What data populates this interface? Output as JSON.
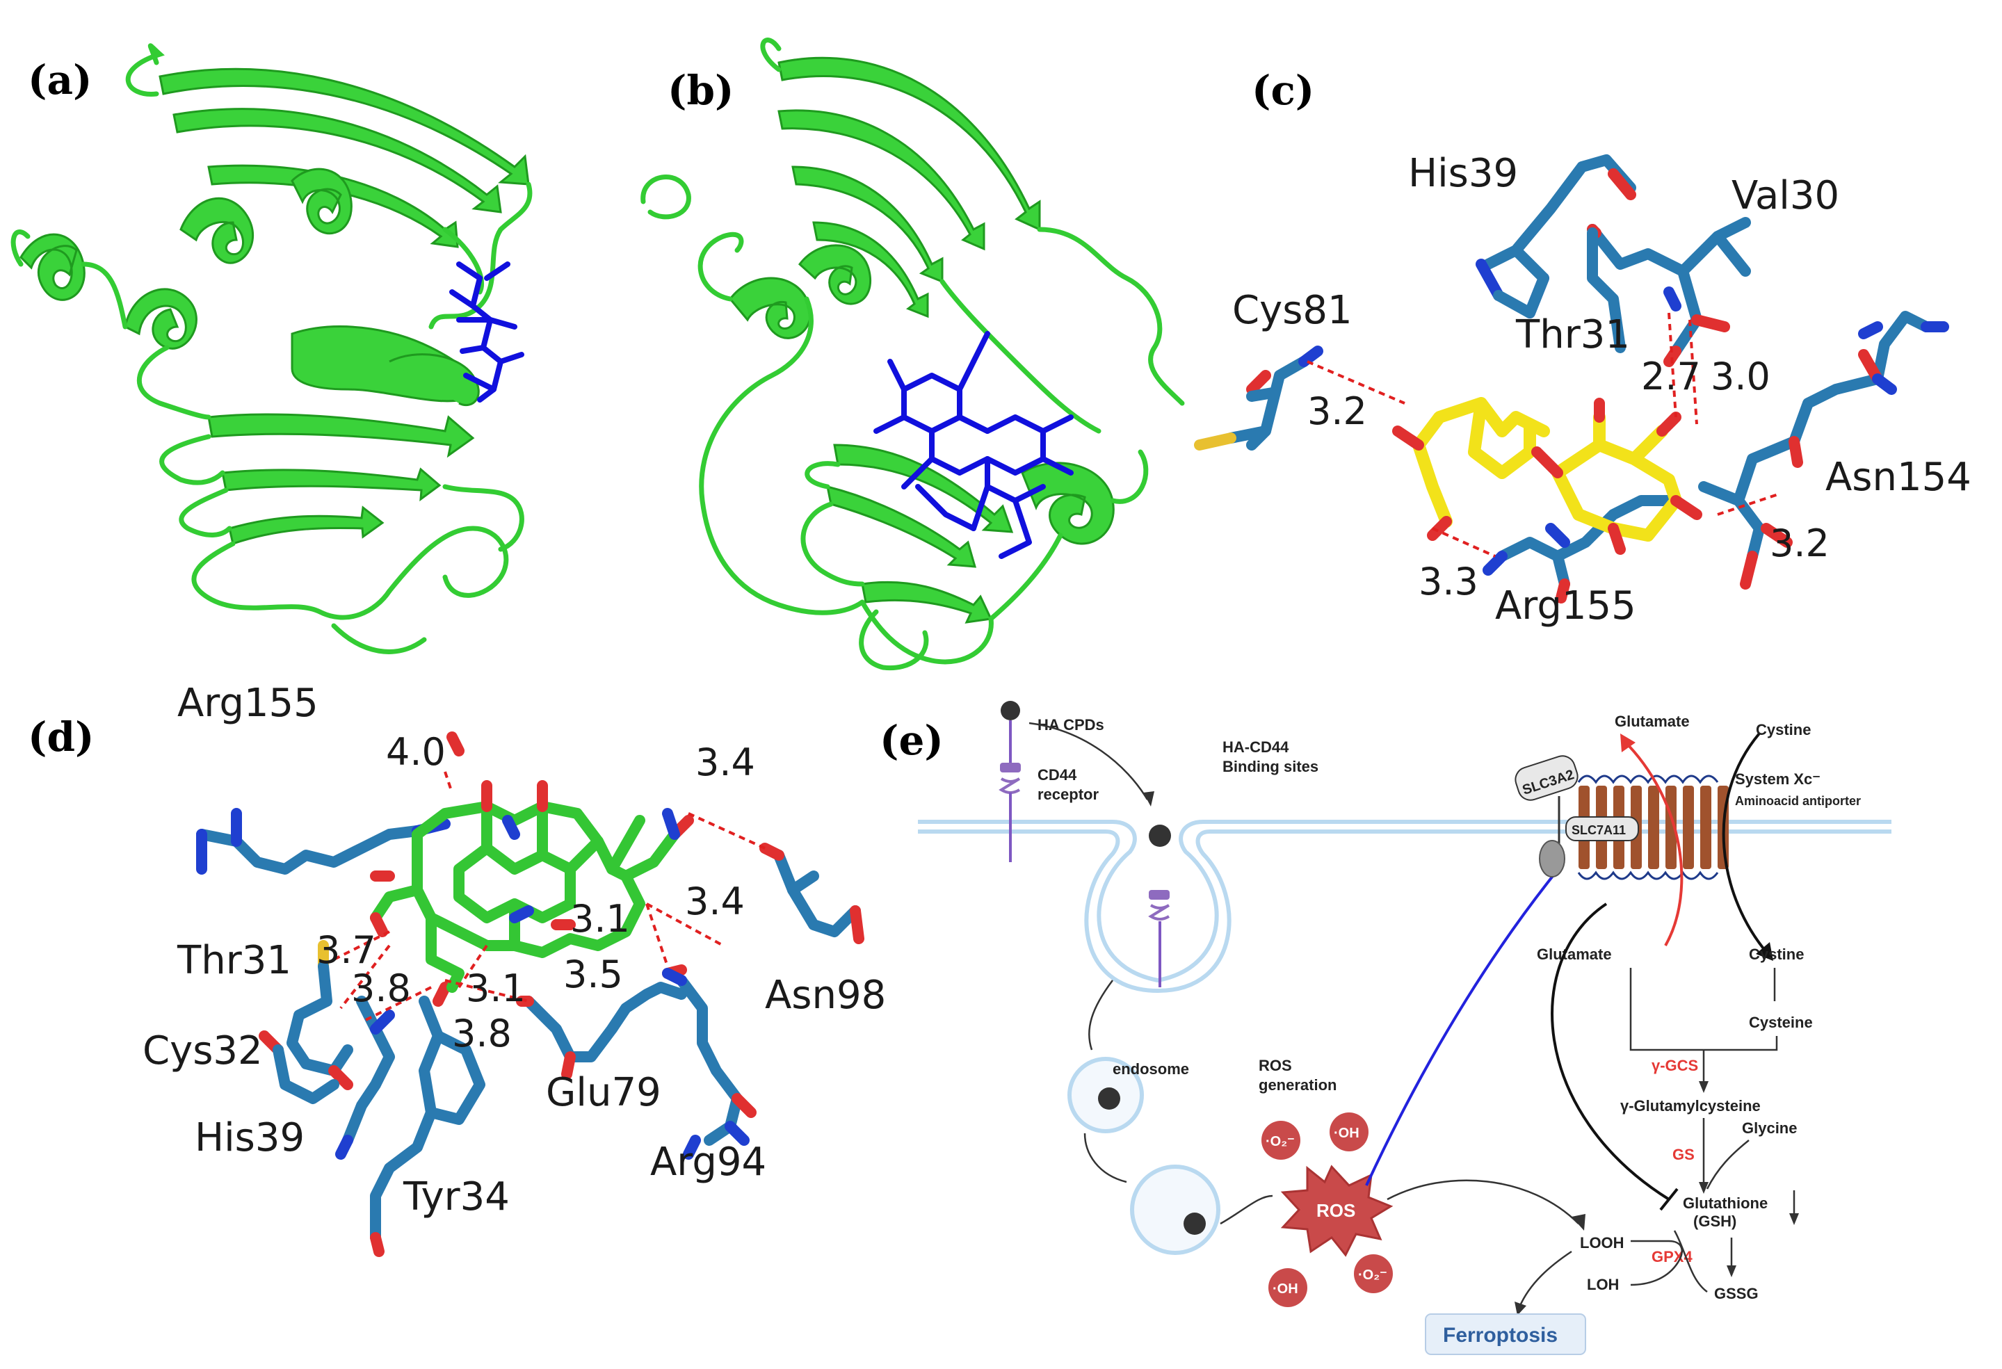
{
  "panels": {
    "a": "(a)",
    "b": "(b)",
    "c": "(c)",
    "d": "(d)",
    "e": "(e)"
  },
  "panel_c": {
    "residues": [
      "His39",
      "Val30",
      "Cys81",
      "Thr31",
      "Asn154",
      "Arg155"
    ],
    "distances": [
      "3.2",
      "2.7",
      "3.0",
      "3.2",
      "3.3"
    ]
  },
  "panel_d": {
    "residues": [
      "Arg155",
      "Asn98",
      "Thr31",
      "Cys32",
      "His39",
      "Tyr34",
      "Glu79",
      "Arg94"
    ],
    "distances": [
      "4.0",
      "3.4",
      "3.4",
      "3.1",
      "3.7",
      "3.8",
      "3.1",
      "3.5",
      "3.8"
    ]
  },
  "panel_e": {
    "ha_cpds": "HA CPDs",
    "cd44_receptor_1": "CD44",
    "cd44_receptor_2": "receptor",
    "binding_1": "HA-CD44",
    "binding_2": "Binding sites",
    "slc3a2": "SLC3A2",
    "slc7a11": "SLC7A11",
    "glutamate_top": "Glutamate",
    "cystine_top": "Cystine",
    "system_xc": "System Xc⁻",
    "antiporter": "Aminoacid antiporter",
    "endosome": "endosome",
    "ros_gen_1": "ROS",
    "ros_gen_2": "generation",
    "ros": "ROS",
    "superoxide": "·O₂⁻",
    "hydroxyl": "·OH",
    "glutamate_in": "Glutamate",
    "cystine_in": "Cystine",
    "cysteine": "Cysteine",
    "gamma_gcs": "γ-GCS",
    "gamma_glu_cys": "γ-Glutamylcysteine",
    "glycine": "Glycine",
    "gs": "GS",
    "glutathione": "Glutathione",
    "gsh": "(GSH)",
    "gpx4": "GPX4",
    "looh": "LOOH",
    "loh": "LOH",
    "gssg": "GSSG",
    "ferroptosis": "Ferroptosis"
  },
  "colors": {
    "protein": "#33cc33",
    "ligand_blue": "#1010dd",
    "stick_carbon": "#2a7ab0",
    "nitrogen": "#1f3fd0",
    "oxygen": "#e03030",
    "sulfur": "#e8c030",
    "ligand_yellow": "#f2e21a",
    "ligand_green": "#34c634",
    "hbond": "#e02020",
    "enzyme_red": "#e53935",
    "ferroptosis_box": "#e6eff9"
  }
}
